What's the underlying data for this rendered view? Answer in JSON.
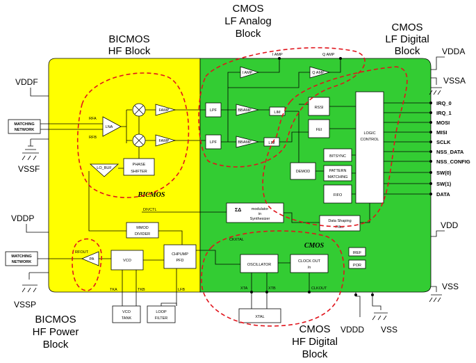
{
  "regions": {
    "bicmos_hf": [
      "BICMOS",
      "HF Block"
    ],
    "cmos_lf_analog": [
      "CMOS",
      "LF Analog",
      "Block"
    ],
    "cmos_lf_digital": [
      "CMOS",
      "LF Digital",
      "Block"
    ],
    "bicmos_hf_power": [
      "BICMOS",
      "HF Power",
      "Block"
    ],
    "cmos_hf_digital": [
      "CMOS",
      "HF Digital",
      "Block"
    ]
  },
  "inner_labels": {
    "bicmos": "BICMOS",
    "cmos": "CMOS"
  },
  "power_pins": {
    "vddf": "VDDF",
    "vssf": "VSSF",
    "vddp": "VDDP",
    "vssp": "VSSP",
    "vdda": "VDDA",
    "vssa": "VSSA",
    "vdd": "VDD",
    "vss_right": "VSS",
    "vddd": "VDDD",
    "vss_bottom": "VSS"
  },
  "signal_pins": [
    "IRQ_0",
    "IRQ_1",
    "MOSI",
    "MISI",
    "SCLK",
    "NSS_DATA",
    "NSS_CONFIG",
    "SW(0)",
    "SW(1)",
    "DATA"
  ],
  "external": {
    "matching_top": [
      "MATCHING",
      "NETWORK"
    ],
    "matching_bottom": [
      "MATCHING",
      "NETWORK"
    ],
    "vco_tank": [
      "VCO",
      "TANK"
    ],
    "loop_filter": [
      "LOOP",
      "FILTER"
    ],
    "xtal": "XTAL"
  },
  "blocks": {
    "lna": "LNA",
    "famp1": "FAMP",
    "famp2": "FAMP",
    "phase_shifter": [
      "PHASE",
      "SHIFTER"
    ],
    "lo_buf": "LO_BUF",
    "lpf1": "LPF",
    "lpf2": "LPF",
    "bbamp1": "BBAMP",
    "bbamp2": "BBAMP",
    "lim1": "LIM",
    "lim2": "LIM",
    "iamp": "I AMP",
    "qamp": "Q AMP",
    "rssi": "RSSI",
    "fei": "FEI",
    "demod": "DEMOD",
    "bitsync": "BITSYNC",
    "pattern": [
      "PATTERN",
      "MATCHING"
    ],
    "fifo": "FIFO",
    "logic": [
      "LOGIC",
      "CONTROL"
    ],
    "sigma_delta": [
      "modulator",
      "in",
      "Synthesizer"
    ],
    "sigma_symbol": "ΣΔ",
    "data_shaping": [
      "Data Shaping",
      "Filter"
    ],
    "mmod": [
      "MMOD",
      "DIVIDER"
    ],
    "chpump": [
      "CHPUMP",
      "PFD"
    ],
    "vco": "VCO",
    "pa": "PA",
    "oscillator": "OSCILLATOR",
    "clockout": [
      "CLOCK OUT",
      "/n"
    ],
    "iref": "IREF",
    "por": "POR"
  },
  "net_labels": {
    "rfa": "RFA",
    "rfb": "RFB",
    "divctl": "DIVCTL",
    "rfout": "RFOUT",
    "tka": "TKA",
    "tkb": "TKB",
    "lfb": "LFB",
    "cxtal": "CKXTAL",
    "xta": "XTA",
    "xtb": "XTB",
    "clkout": "CLKOUT",
    "iamp_top": "I AMP",
    "qamp_top": "Q AMP"
  },
  "colors": {
    "hf_region": "#ffff00",
    "lf_region": "#33cc33",
    "dashed_outline": "#e0141c"
  }
}
